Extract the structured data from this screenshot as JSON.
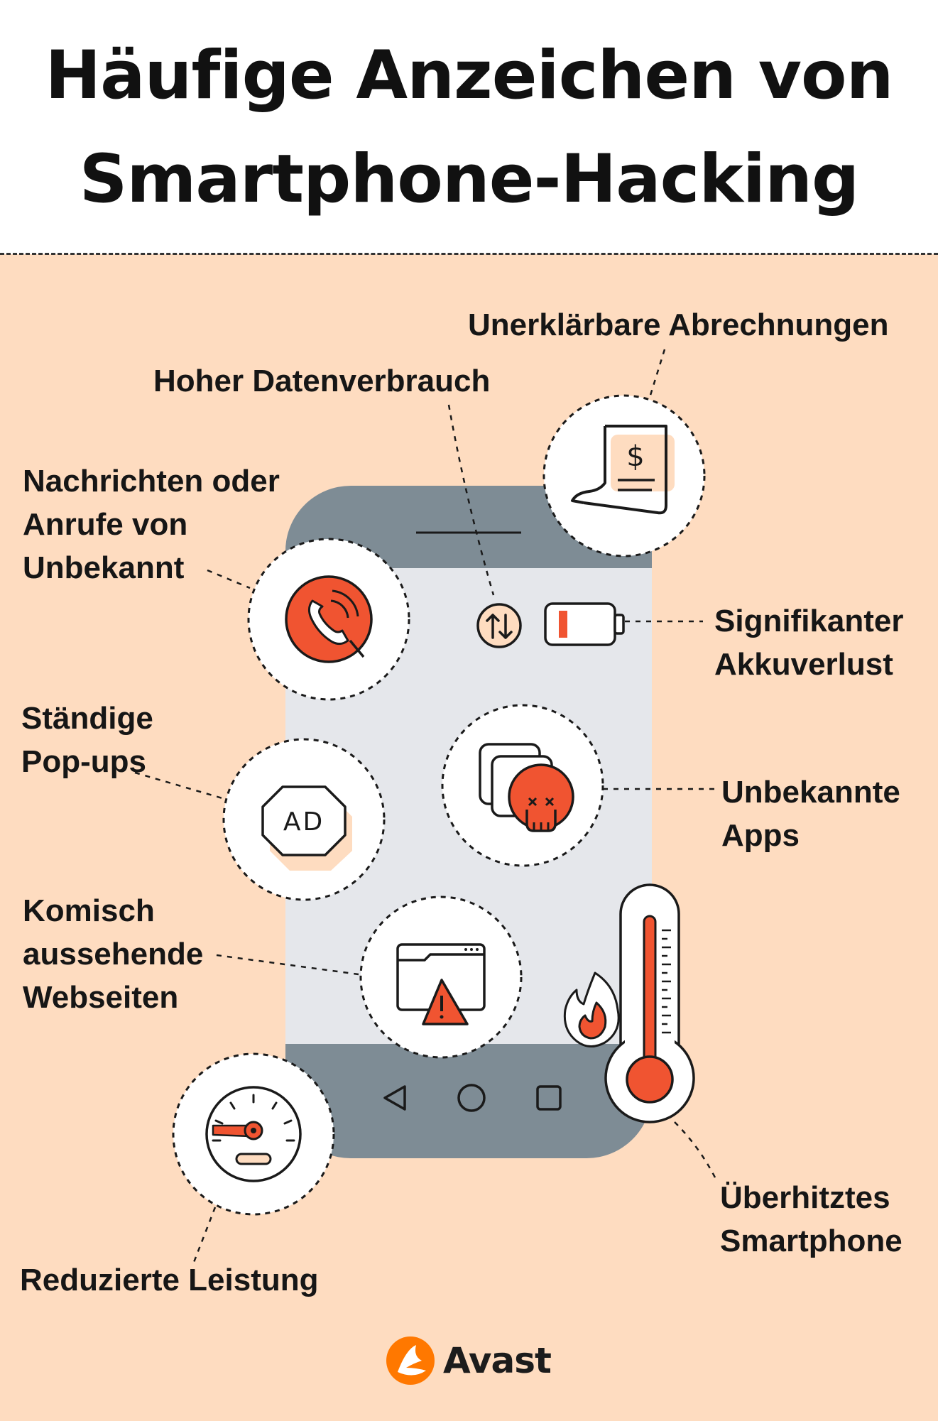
{
  "title": {
    "line1": "Häufige Anzeichen von",
    "line2": "Smartphone-Hacking"
  },
  "labels": {
    "unexplained_charges": "Unerklärbare Abrechnungen",
    "high_data_usage": "Hoher Datenverbrauch",
    "unknown_messages": [
      "Nachrichten oder",
      "Anrufe von",
      "Unbekannt"
    ],
    "battery_loss": [
      "Signifikanter",
      "Akkuverlust"
    ],
    "popups": [
      "Ständige",
      "Pop-ups"
    ],
    "unknown_apps": [
      "Unbekannte",
      "Apps"
    ],
    "weird_websites": [
      "Komisch",
      "aussehende",
      "Webseiten"
    ],
    "overheating": [
      "Überhitztes",
      "Smartphone"
    ],
    "reduced_performance": "Reduzierte Leistung"
  },
  "icons": {
    "bill": "receipt-dollar-icon",
    "data": "data-transfer-icon",
    "battery": "low-battery-icon",
    "phone_call": "phone-call-icon",
    "ad": "ad-popup-icon",
    "skull_apps": "malicious-app-icon",
    "warning_browser": "browser-warning-icon",
    "thermometer": "thermometer-icon",
    "flame": "flame-icon",
    "speedometer": "speedometer-icon"
  },
  "ad_text": "AD",
  "bill_symbol": "$",
  "brand": {
    "name": "Avast",
    "color": "#ff7800"
  },
  "colors": {
    "background": "#fedcc0",
    "accent": "#f05431",
    "phone_frame": "#7e8c95",
    "phone_screen": "#e5e7eb"
  }
}
